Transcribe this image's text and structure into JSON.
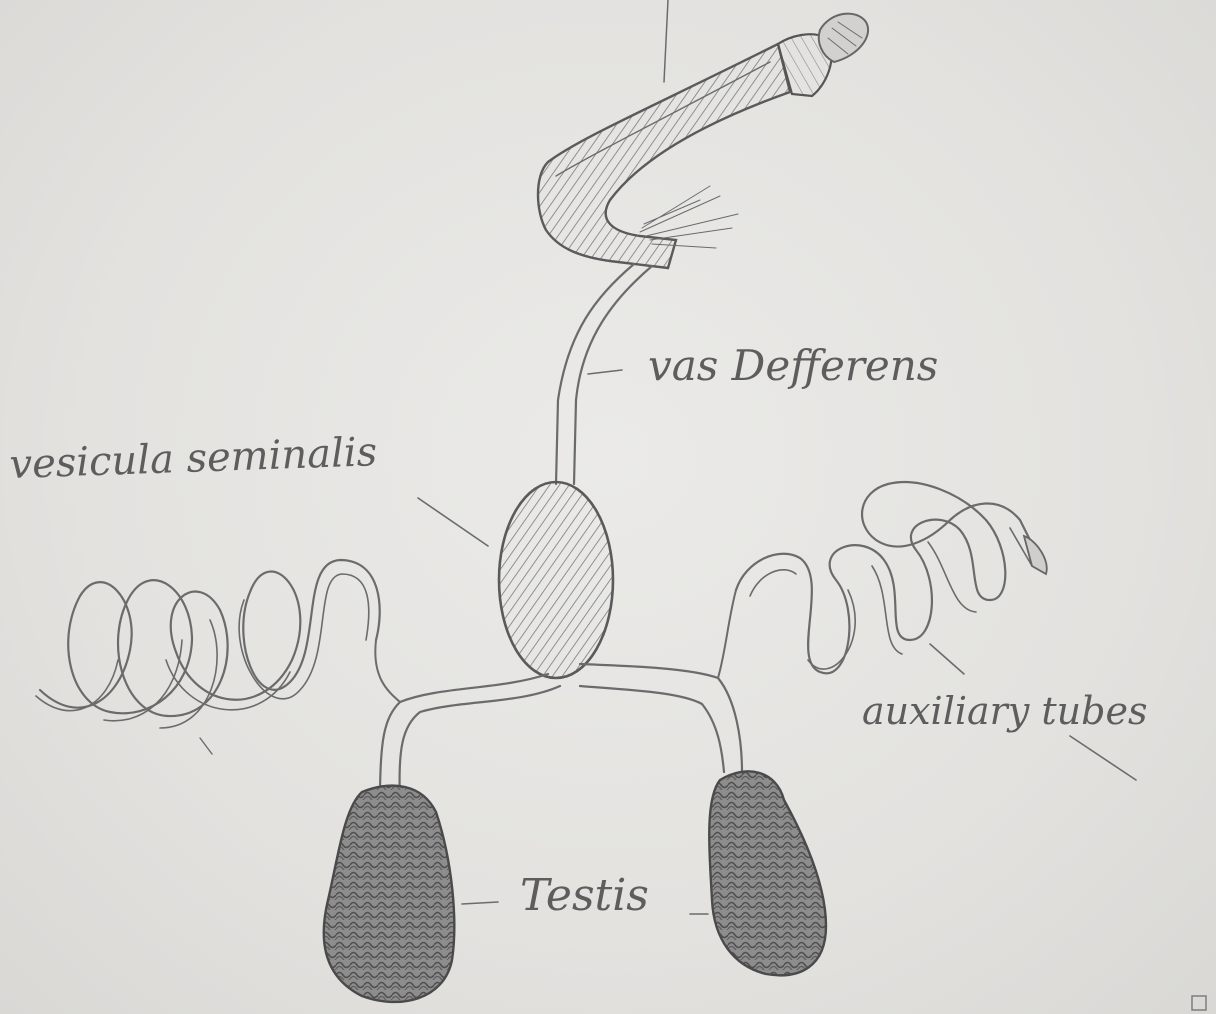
{
  "labels": {
    "vas_deferens": "vas Defferens",
    "vesicula_seminalis": "vesicula seminalis",
    "auxiliary_tubes": "auxiliary tubes",
    "testis": "Testis"
  },
  "colors": {
    "paper": "#e6e5e3",
    "graphite": "#6b6b6b",
    "graphite_dark": "#4f4f4f"
  }
}
